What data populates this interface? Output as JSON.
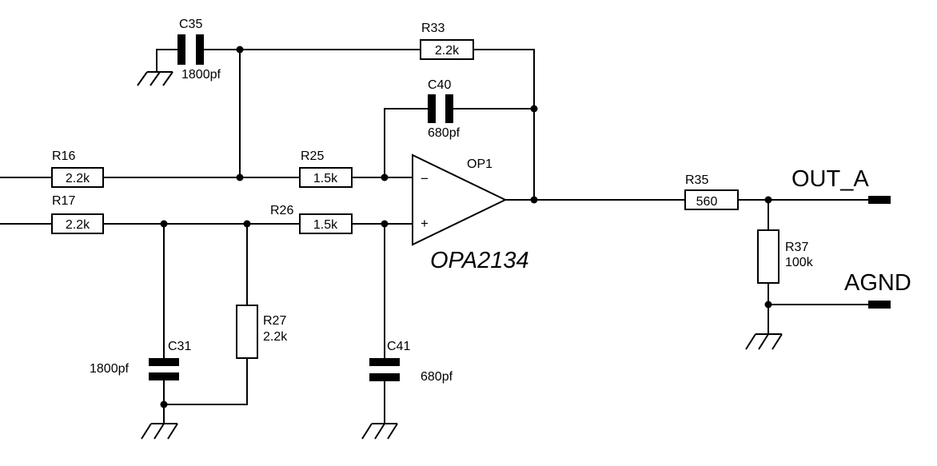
{
  "op_amp": {
    "ref": "OP1",
    "part": "OPA2134",
    "inv_symbol": "−",
    "noninv_symbol": "+"
  },
  "resistors": {
    "R16": {
      "ref": "R16",
      "value": "2.2k"
    },
    "R17": {
      "ref": "R17",
      "value": "2.2k"
    },
    "R25": {
      "ref": "R25",
      "value": "1.5k"
    },
    "R26": {
      "ref": "R26",
      "value": "1.5k"
    },
    "R27": {
      "ref": "R27",
      "value": "2.2k"
    },
    "R33": {
      "ref": "R33",
      "value": "2.2k"
    },
    "R35": {
      "ref": "R35",
      "value": "560"
    },
    "R37": {
      "ref": "R37",
      "value": "100k"
    }
  },
  "capacitors": {
    "C31": {
      "ref": "C31",
      "value": "1800pf"
    },
    "C35": {
      "ref": "C35",
      "value": "1800pf"
    },
    "C40": {
      "ref": "C40",
      "value": "680pf"
    },
    "C41": {
      "ref": "C41",
      "value": "680pf"
    }
  },
  "ports": {
    "out": "OUT_A",
    "agnd": "AGND"
  }
}
